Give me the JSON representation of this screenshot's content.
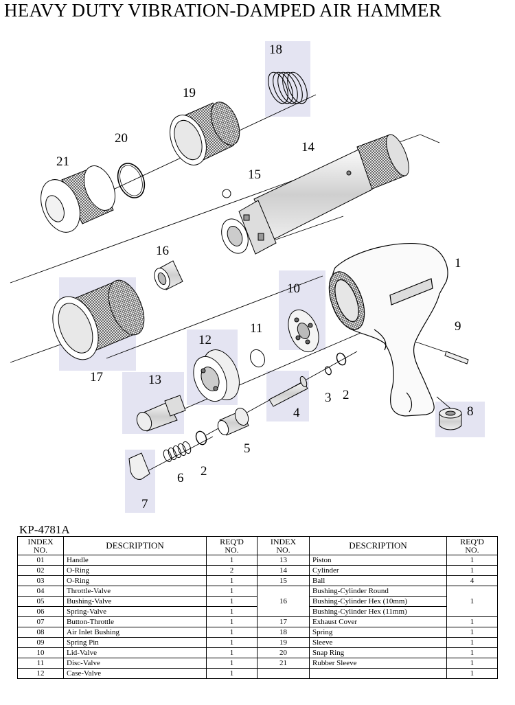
{
  "title": "HEAVY DUTY VIBRATION-DAMPED AIR HAMMER",
  "model": "KP-4781A",
  "callouts": [
    "18",
    "19",
    "20",
    "21",
    "14",
    "15",
    "16",
    "1",
    "10",
    "11",
    "12",
    "9",
    "17",
    "13",
    "3",
    "2",
    "4",
    "8",
    "5",
    "6",
    "7",
    "2"
  ],
  "table": {
    "headers": {
      "index": [
        "INDEX",
        "NO."
      ],
      "description": "DESCRIPTION",
      "reqd": [
        "REQ'D",
        "NO."
      ]
    },
    "left": [
      {
        "index": "01",
        "description": "Handle",
        "qty": "1"
      },
      {
        "index": "02",
        "description": "O-Ring",
        "qty": "2"
      },
      {
        "index": "03",
        "description": "O-Ring",
        "qty": "1"
      },
      {
        "index": "04",
        "description": "Throttle-Valve",
        "qty": "1"
      },
      {
        "index": "05",
        "description": "Bushing-Valve",
        "qty": "1"
      },
      {
        "index": "06",
        "description": "Spring-Valve",
        "qty": "1"
      },
      {
        "index": "07",
        "description": "Button-Throttle",
        "qty": "1"
      },
      {
        "index": "08",
        "description": "Air Inlet Bushing",
        "qty": "1"
      },
      {
        "index": "09",
        "description": "Spring Pin",
        "qty": "1"
      },
      {
        "index": "10",
        "description": "Lid-Valve",
        "qty": "1"
      },
      {
        "index": "11",
        "description": "Disc-Valve",
        "qty": "1"
      },
      {
        "index": "12",
        "description": "Case-Valve",
        "qty": "1"
      }
    ],
    "right": {
      "r13": {
        "index": "13",
        "description": "Piston",
        "qty": "1"
      },
      "r14": {
        "index": "14",
        "description": "Cylinder",
        "qty": "1"
      },
      "r15": {
        "index": "15",
        "description": "Ball",
        "qty": "4"
      },
      "r16": {
        "index": "16",
        "descriptions": [
          "Bushing-Cylinder Round",
          "Bushing-Cylinder Hex (10mm)",
          "Bushing-Cylinder Hex (11mm)"
        ],
        "qty": "1"
      },
      "r17": {
        "index": "17",
        "description": "Exhaust Cover",
        "qty": "1"
      },
      "r18": {
        "index": "18",
        "description": "Spring",
        "qty": "1"
      },
      "r19": {
        "index": "19",
        "description": "Sleeve",
        "qty": "1"
      },
      "r20": {
        "index": "20",
        "description": "Snap Ring",
        "qty": "1"
      },
      "r21": {
        "index": "21",
        "description": "Rubber Sleeve",
        "qty": "1"
      },
      "r22": {
        "qty": "1"
      }
    }
  },
  "colors": {
    "highlight": "#e4e4f2",
    "line": "#000000"
  }
}
